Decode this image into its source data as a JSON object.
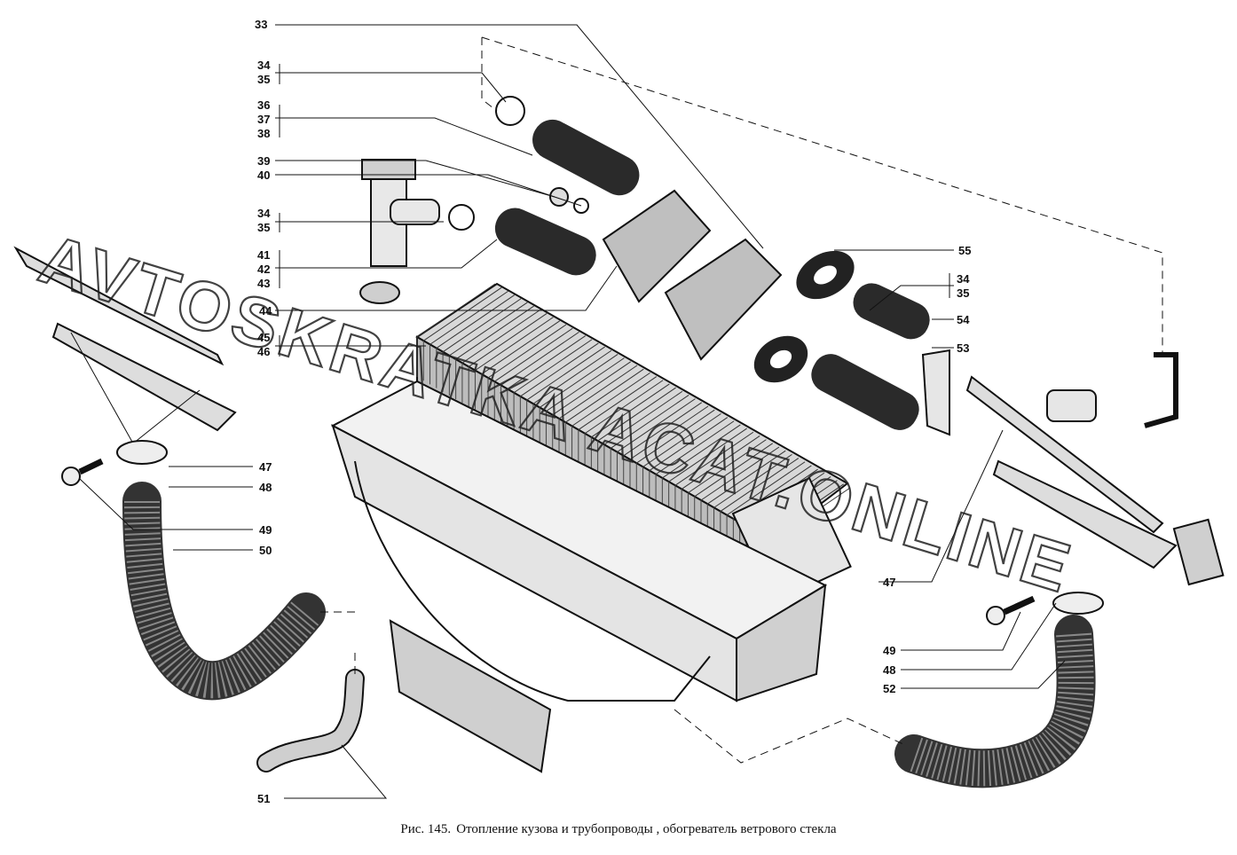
{
  "figure": {
    "number": "Рис. 145.",
    "title": "Отопление кузова и трубопроводы , обогреватель ветрового стекла"
  },
  "watermark": "AVTOSKRATKA ACAT.ONLINE",
  "callouts": [
    {
      "id": "33",
      "text": "33"
    },
    {
      "id": "34a",
      "text": "34"
    },
    {
      "id": "35a",
      "text": "35"
    },
    {
      "id": "36",
      "text": "36"
    },
    {
      "id": "37",
      "text": "37"
    },
    {
      "id": "38",
      "text": "38"
    },
    {
      "id": "39",
      "text": "39"
    },
    {
      "id": "40",
      "text": "40"
    },
    {
      "id": "34b",
      "text": "34"
    },
    {
      "id": "35b",
      "text": "35"
    },
    {
      "id": "41",
      "text": "41"
    },
    {
      "id": "42",
      "text": "42"
    },
    {
      "id": "43",
      "text": "43"
    },
    {
      "id": "44",
      "text": "44"
    },
    {
      "id": "45",
      "text": "45"
    },
    {
      "id": "46",
      "text": "46"
    },
    {
      "id": "47a",
      "text": "47"
    },
    {
      "id": "48a",
      "text": "48"
    },
    {
      "id": "49a",
      "text": "49"
    },
    {
      "id": "50",
      "text": "50"
    },
    {
      "id": "51",
      "text": "51"
    },
    {
      "id": "55",
      "text": "55"
    },
    {
      "id": "34c",
      "text": "34"
    },
    {
      "id": "35c",
      "text": "35"
    },
    {
      "id": "54",
      "text": "54"
    },
    {
      "id": "53",
      "text": "53"
    },
    {
      "id": "47b",
      "text": "47"
    },
    {
      "id": "49b",
      "text": "49"
    },
    {
      "id": "48b",
      "text": "48"
    },
    {
      "id": "52",
      "text": "52"
    }
  ]
}
